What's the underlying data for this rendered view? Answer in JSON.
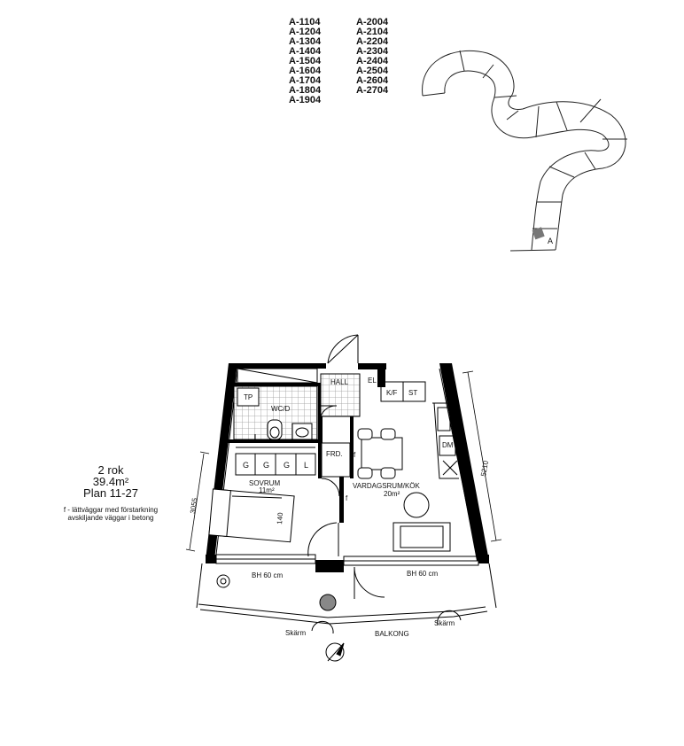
{
  "units": {
    "column_a": [
      "A-1104",
      "A-1204",
      "A-1304",
      "A-1404",
      "A-1504",
      "A-1604",
      "A-1704",
      "A-1804",
      "A-1904"
    ],
    "column_b": [
      "A-2004",
      "A-2104",
      "A-2204",
      "A-2304",
      "A-2404",
      "A-2504",
      "A-2604",
      "A-2704"
    ]
  },
  "key_plan": {
    "marker_label": "A"
  },
  "unit_info": {
    "type": "2 rok",
    "area": "39.4m²",
    "floors": "Plan 11-27",
    "note_line1": "f - lättväggar med förstarkning",
    "note_line2": "avskiljande väggar i betong"
  },
  "rooms": {
    "hall": "HALL",
    "el": "EL",
    "kf": "K/F",
    "st": "ST",
    "tp": "TP",
    "wcd": "WC/D",
    "frd": "FRD.",
    "dm": "DM",
    "sovrum": "SOVRUM",
    "sovrum_area": "11m²",
    "vardagsrum": "VARDAGSRUM/KÖK",
    "vardagsrum_area": "20m²",
    "balkong": "BALKONG"
  },
  "wardrobes": [
    "G",
    "G",
    "G",
    "L"
  ],
  "labels": {
    "bh_left": "BH 60 cm",
    "bh_right": "BH 60 cm",
    "skarm_left": "Skärm",
    "skarm_right": "Skärm",
    "wall_f1": "f",
    "wall_f2": "f",
    "bed_size": "140"
  },
  "dimensions": {
    "left": "3055",
    "right": "5210"
  },
  "colors": {
    "wall": "#000000",
    "tile": "#999999",
    "marker": "#777777"
  }
}
